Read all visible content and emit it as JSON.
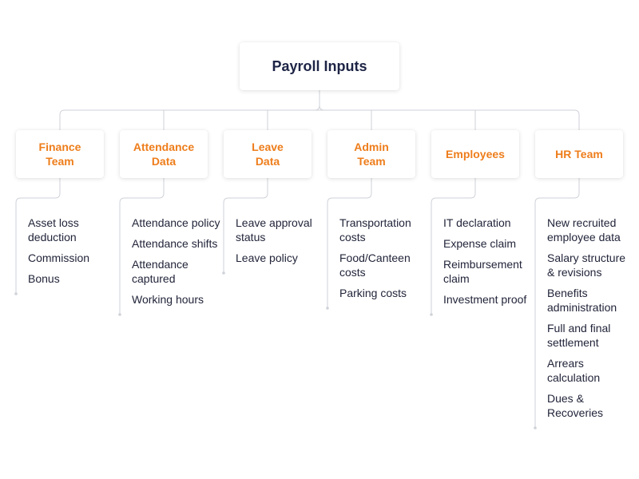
{
  "root": {
    "label": "Payroll Inputs"
  },
  "categories": [
    {
      "label": "Finance\nTeam",
      "items": [
        "Asset loss deduction",
        "Commission",
        "Bonus"
      ]
    },
    {
      "label": "Attendance\nData",
      "items": [
        "Attendance policy",
        "Attendance shifts",
        "Attendance captured",
        "Working hours"
      ]
    },
    {
      "label": "Leave\nData",
      "items": [
        "Leave approval status",
        "Leave policy"
      ]
    },
    {
      "label": "Admin\nTeam",
      "items": [
        "Transportation costs",
        "Food/Canteen costs",
        "Parking costs"
      ]
    },
    {
      "label": "Employees",
      "items": [
        "IT declaration",
        "Expense claim",
        "Reimbursement claim",
        "Investment proof"
      ]
    },
    {
      "label": "HR Team",
      "items": [
        "New recruited employee data",
        "Salary structure & revisions",
        "Benefits administration",
        "Full and final settlement",
        "Arrears calculation",
        "Dues & Recoveries"
      ]
    }
  ],
  "colors": {
    "title": "#1d2445",
    "category": "#ee7d1b",
    "item_text": "#22253a",
    "connector": "#cfd2d8"
  }
}
